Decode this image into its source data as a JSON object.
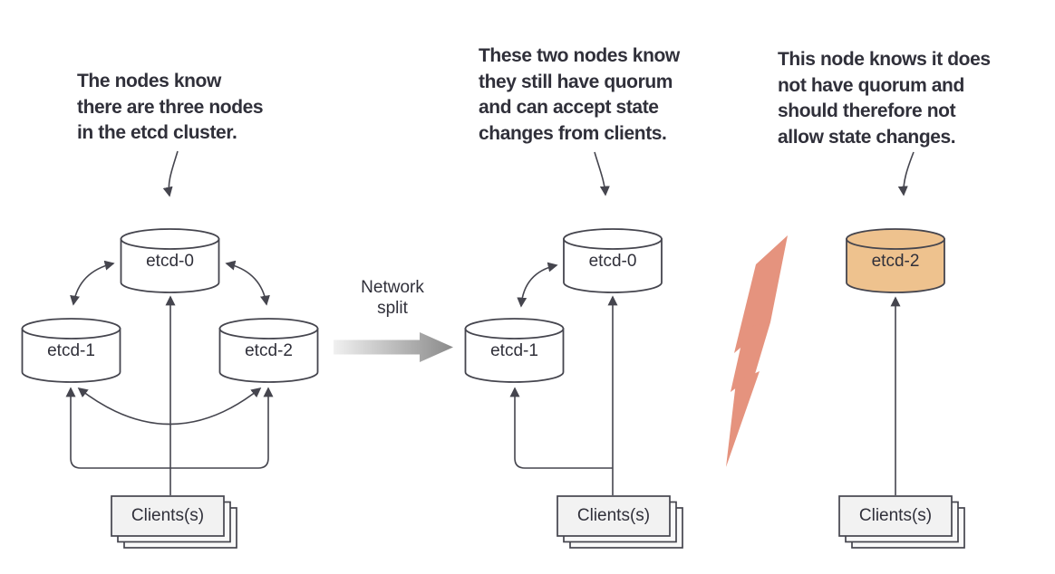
{
  "panels": {
    "left": {
      "annotation_lines": [
        "The nodes know",
        "there are three nodes",
        "in the etcd cluster."
      ],
      "nodes": [
        {
          "label": "etcd-0"
        },
        {
          "label": "etcd-1"
        },
        {
          "label": "etcd-2"
        }
      ],
      "clients_label": "Clients(s)"
    },
    "transition": {
      "label_lines": [
        "Network",
        "split"
      ]
    },
    "middle": {
      "annotation_lines": [
        "These two nodes know",
        "they still have quorum",
        "and can accept state",
        "changes from clients."
      ],
      "nodes": [
        {
          "label": "etcd-0"
        },
        {
          "label": "etcd-1"
        }
      ],
      "clients_label": "Clients(s)"
    },
    "right": {
      "annotation_lines": [
        "This node knows it does",
        "not have quorum and",
        "should therefore not",
        "allow state changes."
      ],
      "nodes": [
        {
          "label": "etcd-2"
        }
      ],
      "clients_label": "Clients(s)"
    }
  },
  "colors": {
    "ink": "#45454e",
    "text": "#30303a",
    "node_fill": "#ffffff",
    "isolated_node_fill": "#eec28e",
    "bolt": "#e5937e",
    "clients_front": "#f2f2f2",
    "clients_back": "#f9f9f9",
    "grad_start": "#f0f0f0",
    "grad_end": "#8a8a8a",
    "bg": "#ffffff"
  }
}
